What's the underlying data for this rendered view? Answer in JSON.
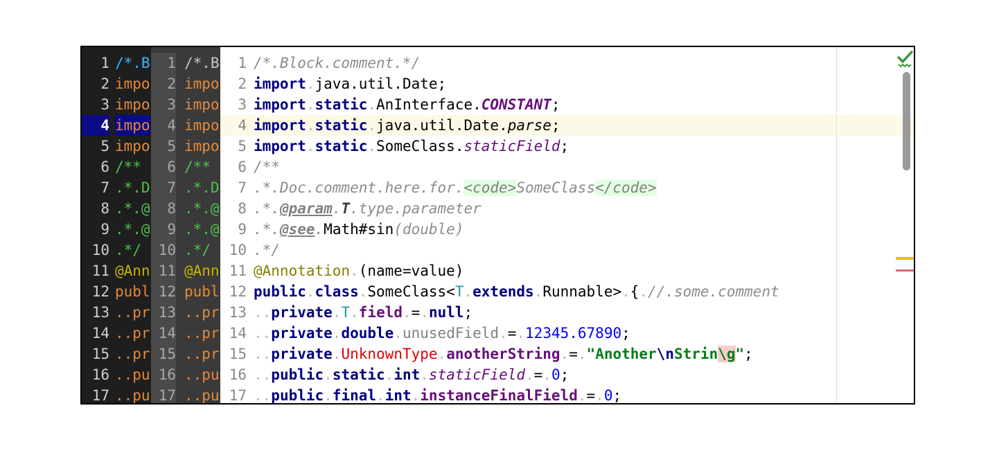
{
  "editor": {
    "line_numbers": [
      "1",
      "2",
      "3",
      "4",
      "5",
      "6",
      "7",
      "8",
      "9",
      "10",
      "11",
      "12",
      "13",
      "14",
      "15",
      "16",
      "17"
    ],
    "highlighted_line": 4,
    "dark_panel": {
      "lines": [
        "/*.B",
        "impo",
        "impo",
        "impo",
        "impo",
        "/**",
        ".*.D",
        ".*.@",
        ".*.@",
        ".*/",
        "@Ann",
        "publ",
        "..pr",
        "..pr",
        "..pr",
        "..pu",
        "..pu"
      ]
    },
    "dim_panel": {
      "lines": [
        "/*.B",
        "impo",
        "impo",
        "impo",
        "impo",
        "/**",
        ".*.D",
        ".*.@",
        ".*.@",
        ".*/",
        "@Ann",
        "publ",
        "..pr",
        "..pr",
        "..pr",
        "..pu",
        "..pu"
      ]
    },
    "code": {
      "l1": [
        "/*.Block.comment.*/"
      ],
      "l2": [
        "import",
        ".",
        "java.util.Date;"
      ],
      "l3": [
        "import",
        ".",
        "static",
        ".",
        "AnInterface.",
        "CONSTANT",
        ";"
      ],
      "l4": [
        "import",
        ".",
        "static",
        ".",
        "java.util.Date.",
        "parse",
        ";"
      ],
      "l5": [
        "import",
        ".",
        "static",
        ".",
        "SomeClass.",
        "staticField",
        ";"
      ],
      "l6": [
        "/**"
      ],
      "l7": [
        ".*.Doc.comment.here.for.",
        "<code>",
        "SomeClass",
        "</code>"
      ],
      "l8": [
        ".*.",
        "@param",
        ".",
        "T",
        ".type.parameter"
      ],
      "l9": [
        ".*.",
        "@see",
        ".",
        "Math#sin",
        "(double)"
      ],
      "l10": [
        ".*/"
      ],
      "l11": [
        "@Annotation",
        ".",
        "(name=value)"
      ],
      "l12": [
        "public",
        ".",
        "class",
        ".",
        "SomeClass<",
        "T",
        ".",
        "extends",
        ".",
        "Runnable>",
        ".",
        "{",
        ".",
        "//.some.comment"
      ],
      "l13": [
        "..",
        "private",
        ".",
        "T",
        ".",
        "field",
        ".",
        "=",
        ".",
        "null",
        ";"
      ],
      "l14": [
        "..",
        "private",
        ".",
        "double",
        ".",
        "unusedField",
        ".",
        "=",
        ".",
        "12345.67890",
        ";"
      ],
      "l15": [
        "..",
        "private",
        ".",
        "UnknownType",
        ".",
        "anotherString",
        ".",
        "=",
        ".",
        "\"Another",
        "\\n",
        "Strin",
        "\\g",
        "\"",
        ";"
      ],
      "l16": [
        "..",
        "public",
        ".",
        "static",
        ".",
        "int",
        ".",
        "staticField",
        ".",
        "=",
        ".",
        "0",
        ";"
      ],
      "l17": [
        "..",
        "public",
        ".",
        "final",
        ".",
        "int",
        ".",
        "instanceFinalField",
        ".",
        "=",
        ".",
        "0",
        ";"
      ]
    }
  },
  "status": {
    "inspection_icon": "double-check-icon",
    "inspection_color": "#3c9a3c",
    "warning_marker_color": "#e6c200",
    "error_marker_color": "#d96a6a"
  }
}
